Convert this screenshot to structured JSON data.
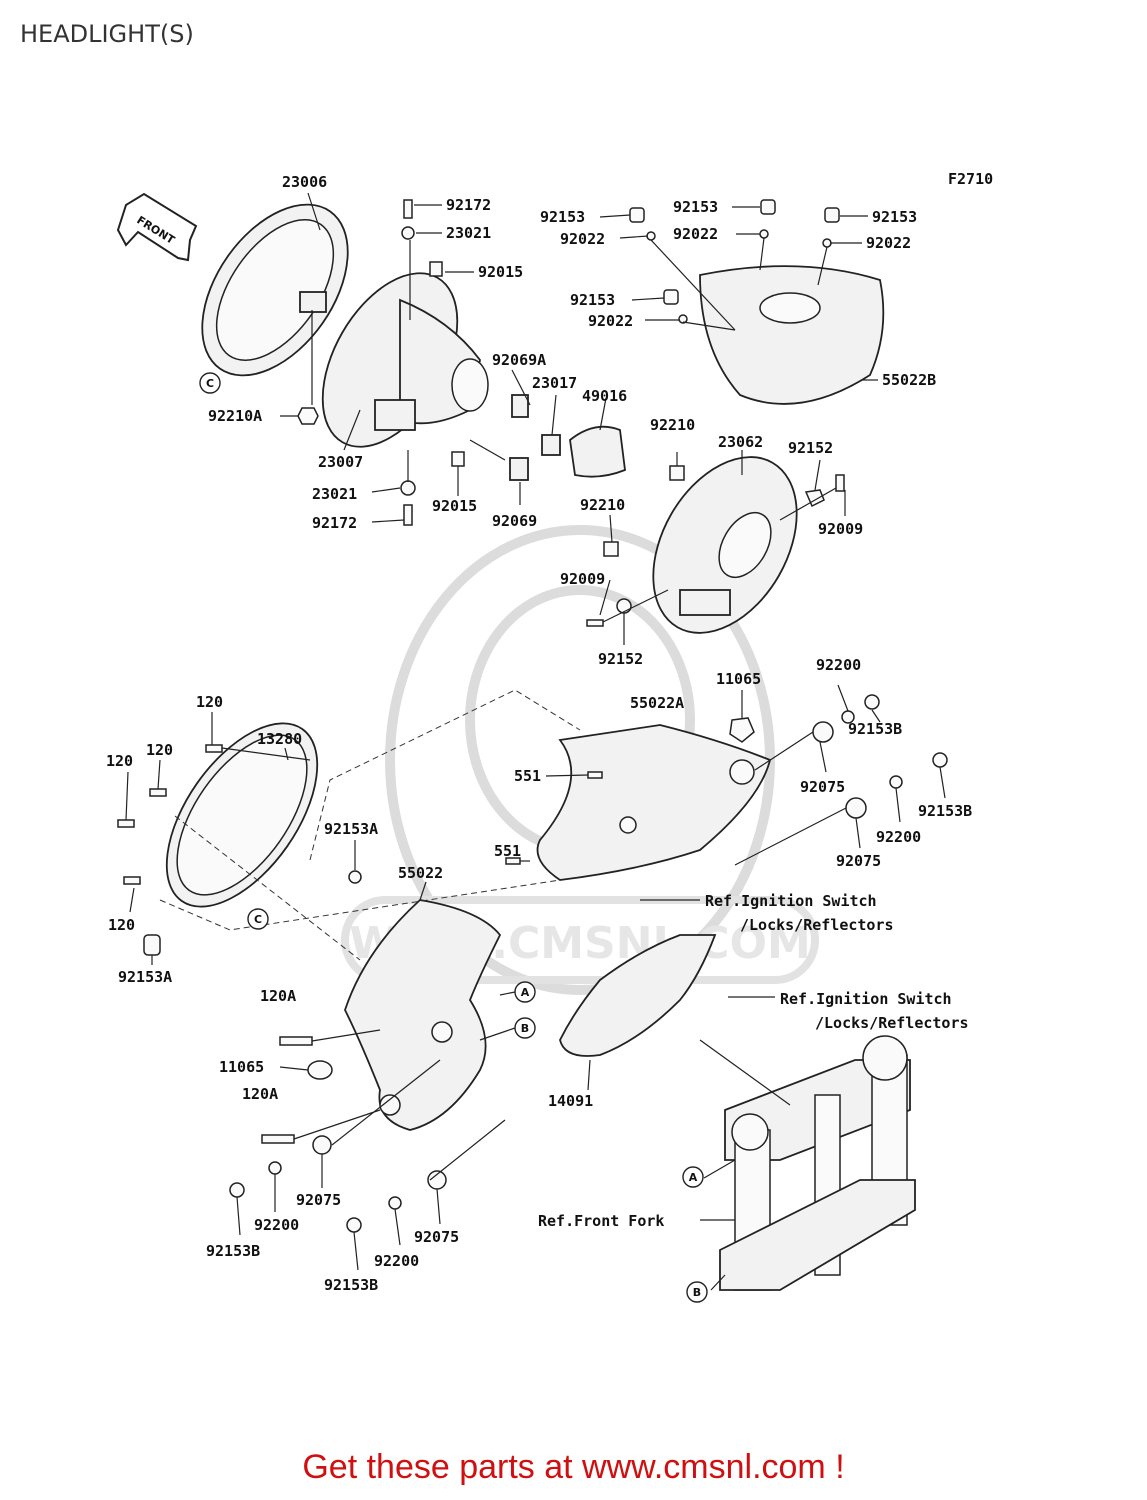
{
  "page": {
    "title": "HEADLIGHT(S)",
    "footer": "Get these parts at www.cmsnl.com !"
  },
  "diagram": {
    "figure_code": "F2710",
    "front_arrow": "FRONT",
    "callouts": {
      "a": "A",
      "b": "B",
      "c": "C"
    },
    "refs": {
      "ign1_line1": "Ref.Ignition Switch",
      "ign1_line2": "/Locks/Reflectors",
      "ign2_line1": "Ref.Ignition Switch",
      "ign2_line2": "/Locks/Reflectors",
      "front_fork": "Ref.Front Fork"
    },
    "watermark": "WWW.CMSNL.COM",
    "labels": [
      "23006",
      "92172",
      "23021",
      "92015",
      "92069A",
      "23017",
      "49016",
      "92210A",
      "23007",
      "23021",
      "92015",
      "92069",
      "92172",
      "92153",
      "92153",
      "92153",
      "92022",
      "92022",
      "92022",
      "92153",
      "92022",
      "55022B",
      "92210",
      "23062",
      "92152",
      "92009",
      "92210",
      "92009",
      "92152",
      "11065",
      "92200",
      "55022A",
      "92153B",
      "92075",
      "92153B",
      "551",
      "92200",
      "92075",
      "551",
      "120",
      "13280",
      "120",
      "120",
      "92153A",
      "55022",
      "120",
      "92153A",
      "120A",
      "11065",
      "120A",
      "14091",
      "92075",
      "92200",
      "92153B",
      "92075",
      "92200",
      "92153B"
    ]
  }
}
